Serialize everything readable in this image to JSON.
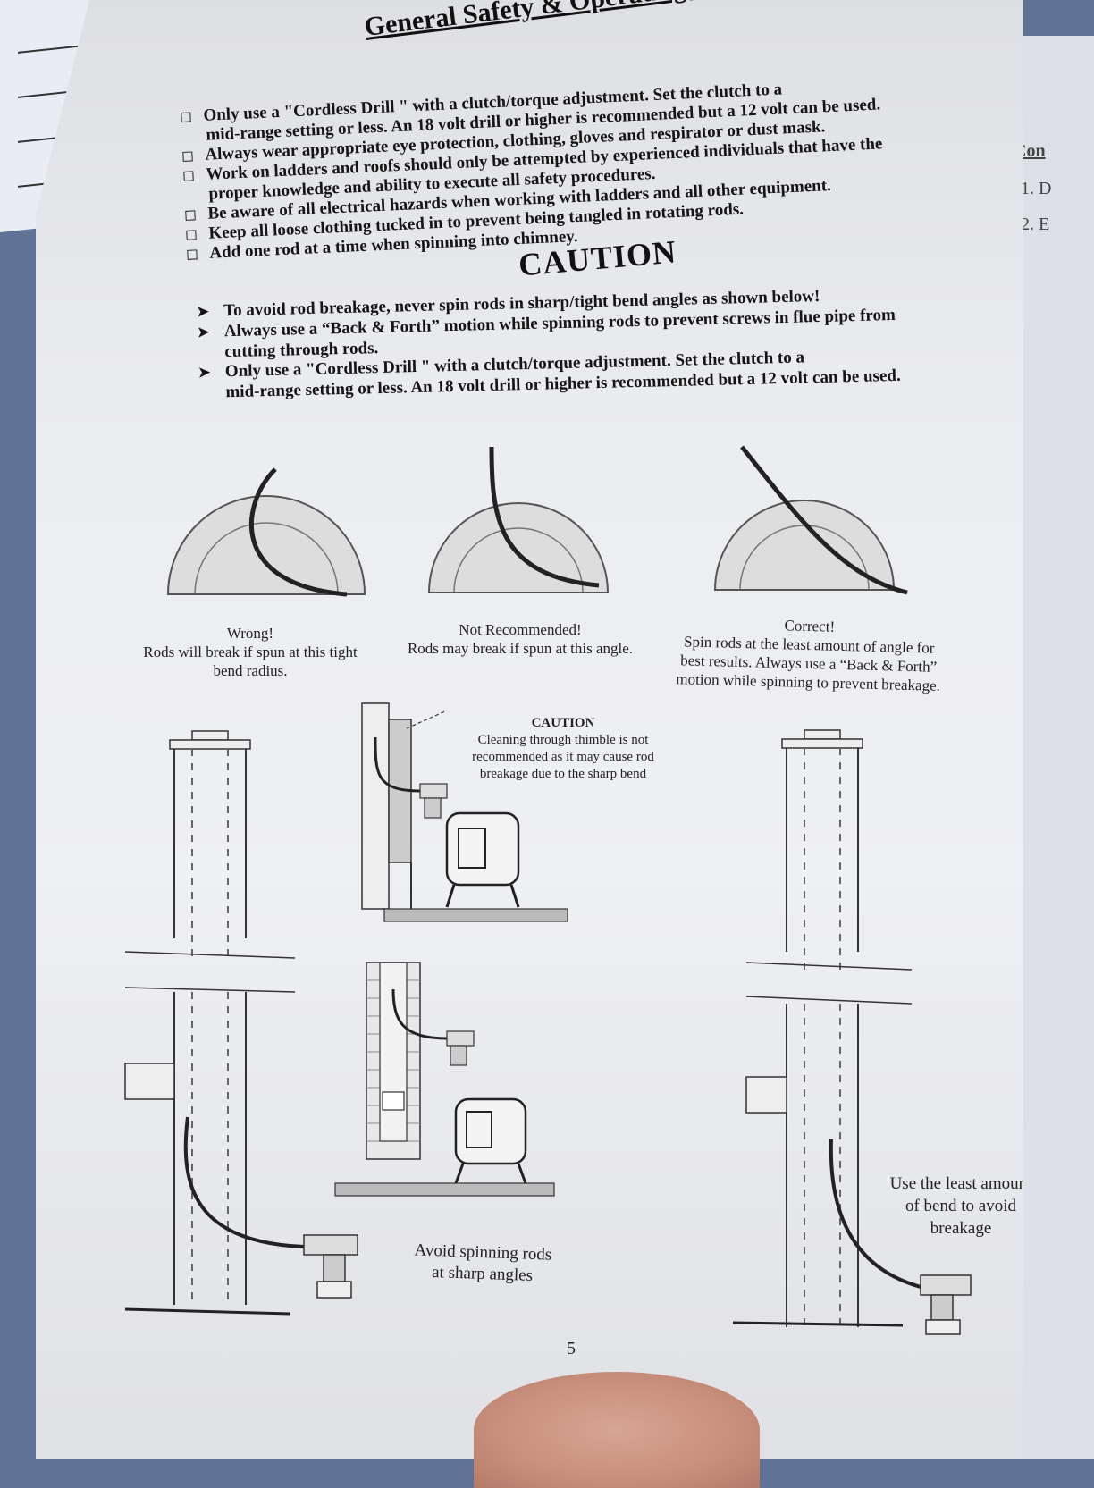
{
  "title": "General Safety & Operating Tips",
  "tips": [
    "Only use a  \"Cordless Drill \" with a clutch/torque adjustment. Set the clutch to a",
    "mid-range setting or less. An 18 volt drill or higher is recommended but a 12 volt can be used.",
    "Always wear appropriate eye protection, clothing, gloves and respirator or dust mask.",
    "Work on ladders and roofs should only be attempted by experienced individuals that have the",
    "proper knowledge and ability to execute all safety procedures.",
    "Be aware of all electrical hazards when working with ladders and all other equipment.",
    "Keep all loose clothing tucked in to prevent being tangled in rotating rods.",
    "Add one rod at a time when spinning into chimney."
  ],
  "caution": {
    "heading": "CAUTION",
    "items": [
      "To avoid rod breakage, never spin rods in sharp/tight bend angles as shown below!",
      "Always use a “Back & Forth” motion while spinning rods to prevent screws in flue pipe from",
      "cutting through rods.",
      "Only use a  \"Cordless Drill \" with a clutch/torque adjustment. Set the clutch to a",
      "mid-range setting or less. An 18 volt drill or higher is recommended but a 12 volt can be used."
    ]
  },
  "diagrams": {
    "wrong": {
      "label": "Wrong!",
      "desc1": "Rods will break if spun at this tight",
      "desc2": "bend radius."
    },
    "not_recommended": {
      "label": "Not Recommended!",
      "desc": "Rods may break if spun at this angle."
    },
    "correct": {
      "label": "Correct!",
      "desc1": "Spin rods at the least amount of angle for",
      "desc2": "best results. Always use a “Back & Forth”",
      "desc3": "motion while spinning to prevent breakage."
    },
    "thimble": {
      "title": "CAUTION",
      "l1": "Cleaning through thimble is not",
      "l2": "recommended as it may cause rod",
      "l3": "breakage due to the sharp bend"
    },
    "avoid": {
      "l1": "Avoid spinning rods",
      "l2": "at sharp angles"
    },
    "least": {
      "l1": "Use the least amount",
      "l2": "of bend to avoid",
      "l3": "breakage"
    }
  },
  "page_number": "5",
  "right_page": {
    "heading": "Con",
    "item1": "1. D",
    "item2": "2. E"
  }
}
